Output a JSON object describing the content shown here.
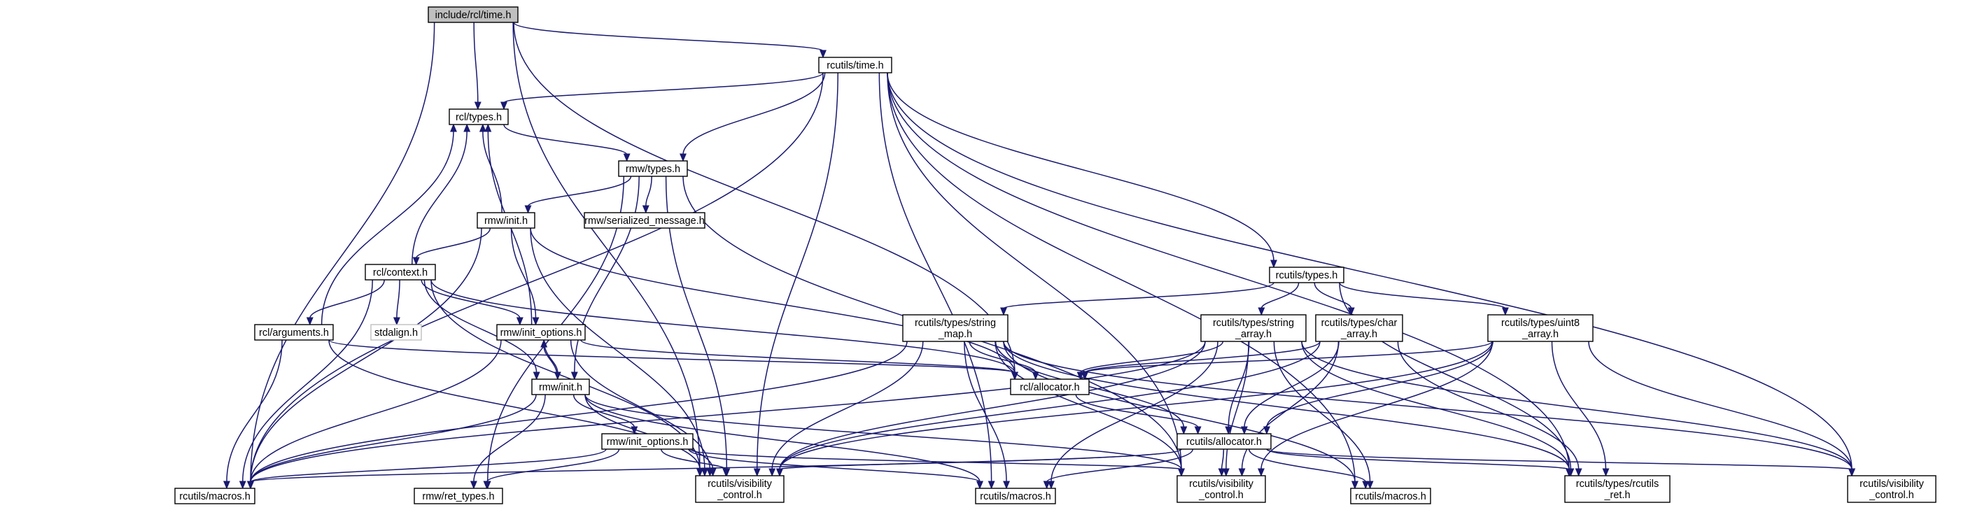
{
  "colors": {
    "edge": "#191970",
    "root_fill": "#bfbfbf",
    "external_border": "#bfbfbf"
  },
  "nodes": [
    {
      "id": "root",
      "lines": [
        "include/rcl/time.h"
      ],
      "kind": "root"
    },
    {
      "id": "rcutils_time",
      "lines": [
        "rcutils/time.h"
      ]
    },
    {
      "id": "rcl_types",
      "lines": [
        "rcl/types.h"
      ]
    },
    {
      "id": "rmw_types",
      "lines": [
        "rmw/types.h"
      ]
    },
    {
      "id": "rmw_init",
      "lines": [
        "rmw/init.h"
      ]
    },
    {
      "id": "rmw_serialized",
      "lines": [
        "rmw/serialized_message.h"
      ]
    },
    {
      "id": "rcl_context",
      "lines": [
        "rcl/context.h"
      ]
    },
    {
      "id": "stdalign",
      "lines": [
        "stdalign.h"
      ],
      "kind": "external"
    },
    {
      "id": "rcl_arguments",
      "lines": [
        "rcl/arguments.h"
      ]
    },
    {
      "id": "rmw_init_options",
      "lines": [
        "rmw/init_options.h"
      ]
    },
    {
      "id": "rmw_init2",
      "lines": [
        "rmw/init.h"
      ]
    },
    {
      "id": "rmw_init_options2",
      "lines": [
        "rmw/init_options.h"
      ]
    },
    {
      "id": "rmw_ret",
      "lines": [
        "rmw/ret_types.h"
      ]
    },
    {
      "id": "rcutils_macros_l",
      "lines": [
        "rcutils/macros.h"
      ]
    },
    {
      "id": "rcutils_vis_l",
      "lines": [
        "rcutils/visibility",
        "_control.h"
      ]
    },
    {
      "id": "rcutils_macros_c",
      "lines": [
        "rcutils/macros.h"
      ]
    },
    {
      "id": "rcutils_vis_c",
      "lines": [
        "rcutils/visibility",
        "_control.h"
      ]
    },
    {
      "id": "rcutils_types",
      "lines": [
        "rcutils/types.h"
      ]
    },
    {
      "id": "string_map",
      "lines": [
        "rcutils/types/string",
        "_map.h"
      ]
    },
    {
      "id": "string_array",
      "lines": [
        "rcutils/types/string",
        "_array.h"
      ]
    },
    {
      "id": "char_array",
      "lines": [
        "rcutils/types/char",
        "_array.h"
      ]
    },
    {
      "id": "uint8_array",
      "lines": [
        "rcutils/types/uint8",
        "_array.h"
      ]
    },
    {
      "id": "rcl_allocator",
      "lines": [
        "rcl/allocator.h"
      ]
    },
    {
      "id": "rcutils_allocator",
      "lines": [
        "rcutils/allocator.h"
      ]
    },
    {
      "id": "rcutils_macros_r",
      "lines": [
        "rcutils/macros.h"
      ]
    },
    {
      "id": "rcutils_ret",
      "lines": [
        "rcutils/types/rcutils",
        "_ret.h"
      ]
    },
    {
      "id": "rcutils_vis_r",
      "lines": [
        "rcutils/visibility",
        "_control.h"
      ]
    }
  ],
  "edges": [
    [
      "root",
      "rcutils_time"
    ],
    [
      "root",
      "rcl_types"
    ],
    [
      "root",
      "rcl_allocator"
    ],
    [
      "root",
      "rcutils_macros_l"
    ],
    [
      "root",
      "rcutils_vis_l"
    ],
    [
      "rcutils_time",
      "rcl_types"
    ],
    [
      "rcutils_time",
      "rmw_types"
    ],
    [
      "rcutils_time",
      "rcutils_types"
    ],
    [
      "rcutils_time",
      "rcutils_macros_l"
    ],
    [
      "rcutils_time",
      "rcutils_vis_l"
    ],
    [
      "rcutils_time",
      "rcutils_macros_c"
    ],
    [
      "rcutils_time",
      "rcutils_vis_c"
    ],
    [
      "rcutils_time",
      "rcutils_macros_r"
    ],
    [
      "rcutils_time",
      "rcutils_vis_r"
    ],
    [
      "rcutils_time",
      "rcutils_ret"
    ],
    [
      "rcl_types",
      "rmw_types"
    ],
    [
      "rmw_types",
      "rmw_init"
    ],
    [
      "rmw_types",
      "rmw_serialized"
    ],
    [
      "rmw_types",
      "rmw_init2"
    ],
    [
      "rmw_types",
      "rmw_ret"
    ],
    [
      "rmw_types",
      "rcutils_vis_l"
    ],
    [
      "rmw_types",
      "rcutils_vis_c"
    ],
    [
      "rmw_init",
      "rcl_types"
    ],
    [
      "rmw_init",
      "rcl_context"
    ],
    [
      "rmw_init",
      "rmw_init_options"
    ],
    [
      "rmw_init",
      "rcl_allocator"
    ],
    [
      "rmw_init",
      "rcutils_macros_l"
    ],
    [
      "rmw_init",
      "rcutils_vis_l"
    ],
    [
      "rcl_context",
      "rcl_types"
    ],
    [
      "rcl_context",
      "stdalign"
    ],
    [
      "rcl_context",
      "rcl_arguments"
    ],
    [
      "rcl_context",
      "rmw_init_options"
    ],
    [
      "rcl_context",
      "rmw_init2"
    ],
    [
      "rcl_context",
      "rcl_allocator"
    ],
    [
      "rcl_context",
      "rcutils_macros_l"
    ],
    [
      "rcl_context",
      "rcutils_vis_l"
    ],
    [
      "rcl_arguments",
      "rcl_types"
    ],
    [
      "rcl_arguments",
      "rcl_allocator"
    ],
    [
      "rcl_arguments",
      "rcutils_macros_l"
    ],
    [
      "rcl_arguments",
      "rcutils_vis_l"
    ],
    [
      "rmw_init_options",
      "rcl_types"
    ],
    [
      "rmw_init_options",
      "rmw_init2"
    ],
    [
      "rmw_init_options",
      "rcl_allocator"
    ],
    [
      "rmw_init_options",
      "rcutils_macros_l"
    ],
    [
      "rmw_init_options",
      "rcutils_vis_l"
    ],
    [
      "rmw_init2",
      "rmw_init_options"
    ],
    [
      "rmw_init2",
      "rmw_init_options2"
    ],
    [
      "rmw_init2",
      "rmw_ret"
    ],
    [
      "rmw_init2",
      "rcutils_macros_l"
    ],
    [
      "rmw_init2",
      "rcutils_vis_l"
    ],
    [
      "rmw_init2",
      "rcutils_macros_c"
    ],
    [
      "rmw_init2",
      "rcutils_vis_c"
    ],
    [
      "rmw_init_options2",
      "rmw_ret"
    ],
    [
      "rmw_init_options2",
      "rcutils_macros_l"
    ],
    [
      "rmw_init_options2",
      "rcutils_vis_l"
    ],
    [
      "rmw_init_options2",
      "rcutils_macros_c"
    ],
    [
      "rmw_init_options2",
      "rcutils_vis_c"
    ],
    [
      "rcutils_types",
      "string_map"
    ],
    [
      "rcutils_types",
      "string_array"
    ],
    [
      "rcutils_types",
      "char_array"
    ],
    [
      "rcutils_types",
      "uint8_array"
    ],
    [
      "rcutils_types",
      "rcutils_ret"
    ],
    [
      "string_map",
      "rcl_allocator"
    ],
    [
      "string_map",
      "rcutils_allocator"
    ],
    [
      "string_map",
      "rcutils_macros_l"
    ],
    [
      "string_map",
      "rcutils_vis_l"
    ],
    [
      "string_map",
      "rcutils_macros_c"
    ],
    [
      "string_map",
      "rcutils_vis_c"
    ],
    [
      "string_map",
      "rcutils_macros_r"
    ],
    [
      "string_map",
      "rcutils_ret"
    ],
    [
      "string_map",
      "rcutils_vis_r"
    ],
    [
      "string_array",
      "rcl_allocator"
    ],
    [
      "string_array",
      "rcutils_allocator"
    ],
    [
      "string_array",
      "rcutils_macros_l"
    ],
    [
      "string_array",
      "rcutils_vis_l"
    ],
    [
      "string_array",
      "rcutils_macros_c"
    ],
    [
      "string_array",
      "rcutils_vis_c"
    ],
    [
      "string_array",
      "rcutils_macros_r"
    ],
    [
      "string_array",
      "rcutils_ret"
    ],
    [
      "string_array",
      "rcutils_vis_r"
    ],
    [
      "char_array",
      "rcl_allocator"
    ],
    [
      "char_array",
      "rcutils_allocator"
    ],
    [
      "char_array",
      "rcutils_vis_l"
    ],
    [
      "char_array",
      "rcutils_vis_c"
    ],
    [
      "char_array",
      "rcutils_ret"
    ],
    [
      "uint8_array",
      "rcl_allocator"
    ],
    [
      "uint8_array",
      "rcutils_allocator"
    ],
    [
      "uint8_array",
      "rcutils_vis_l"
    ],
    [
      "uint8_array",
      "rcutils_vis_c"
    ],
    [
      "uint8_array",
      "rcutils_ret"
    ],
    [
      "uint8_array",
      "rcutils_vis_r"
    ],
    [
      "rcl_allocator",
      "rcutils_allocator"
    ],
    [
      "rcutils_allocator",
      "rcutils_macros_l"
    ],
    [
      "rcutils_allocator",
      "rcutils_vis_l"
    ],
    [
      "rcutils_allocator",
      "rcutils_macros_c"
    ],
    [
      "rcutils_allocator",
      "rcutils_vis_c"
    ],
    [
      "rcutils_allocator",
      "rcutils_macros_r"
    ],
    [
      "rcutils_allocator",
      "rcutils_ret"
    ],
    [
      "rcutils_allocator",
      "rcutils_vis_r"
    ]
  ]
}
